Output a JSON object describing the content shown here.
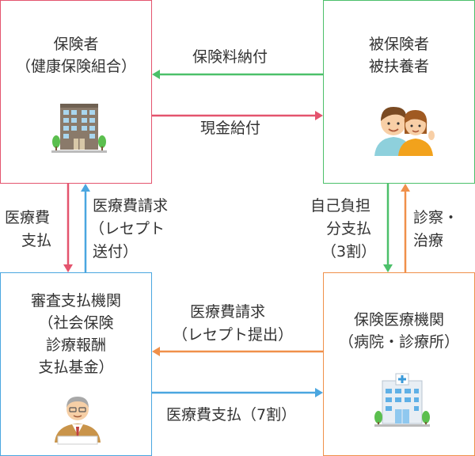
{
  "nodes": {
    "insurer": {
      "line1": "保険者",
      "line2": "（健康保険組合）",
      "color": "#e4546e"
    },
    "insured": {
      "line1": "被保険者",
      "line2": "被扶養者",
      "color": "#4cc06a"
    },
    "review": {
      "line1": "審査支払機関",
      "line2": "（社会保険",
      "line3": "診療報酬",
      "line4": "支払基金）",
      "color": "#4aa6e0"
    },
    "medical": {
      "line1": "保険医療機関",
      "line2": "（病院・診療所）",
      "color": "#f0904a"
    }
  },
  "edges": {
    "premium": {
      "label": "保険料納付",
      "color": "#4cc06a"
    },
    "cash_benefit": {
      "label": "現金給付",
      "color": "#e4546e"
    },
    "medical_payment": {
      "line1": "医療費",
      "line2": "支払",
      "color": "#e4546e"
    },
    "claim_send": {
      "line1": "医療費請求",
      "line2": "（レセプト",
      "line3": "送付）",
      "color": "#4aa6e0"
    },
    "copay": {
      "line1": "自己負担",
      "line2": "分支払",
      "line3": "（3割）",
      "color": "#4cc06a"
    },
    "treatment": {
      "line1": "診察・",
      "line2": "治療",
      "color": "#f0904a"
    },
    "claim_submit": {
      "line1": "医療費請求",
      "line2": "（レセプト提出）",
      "color": "#f0904a"
    },
    "pay_70": {
      "label": "医療費支払（7割）",
      "color": "#4aa6e0"
    }
  }
}
